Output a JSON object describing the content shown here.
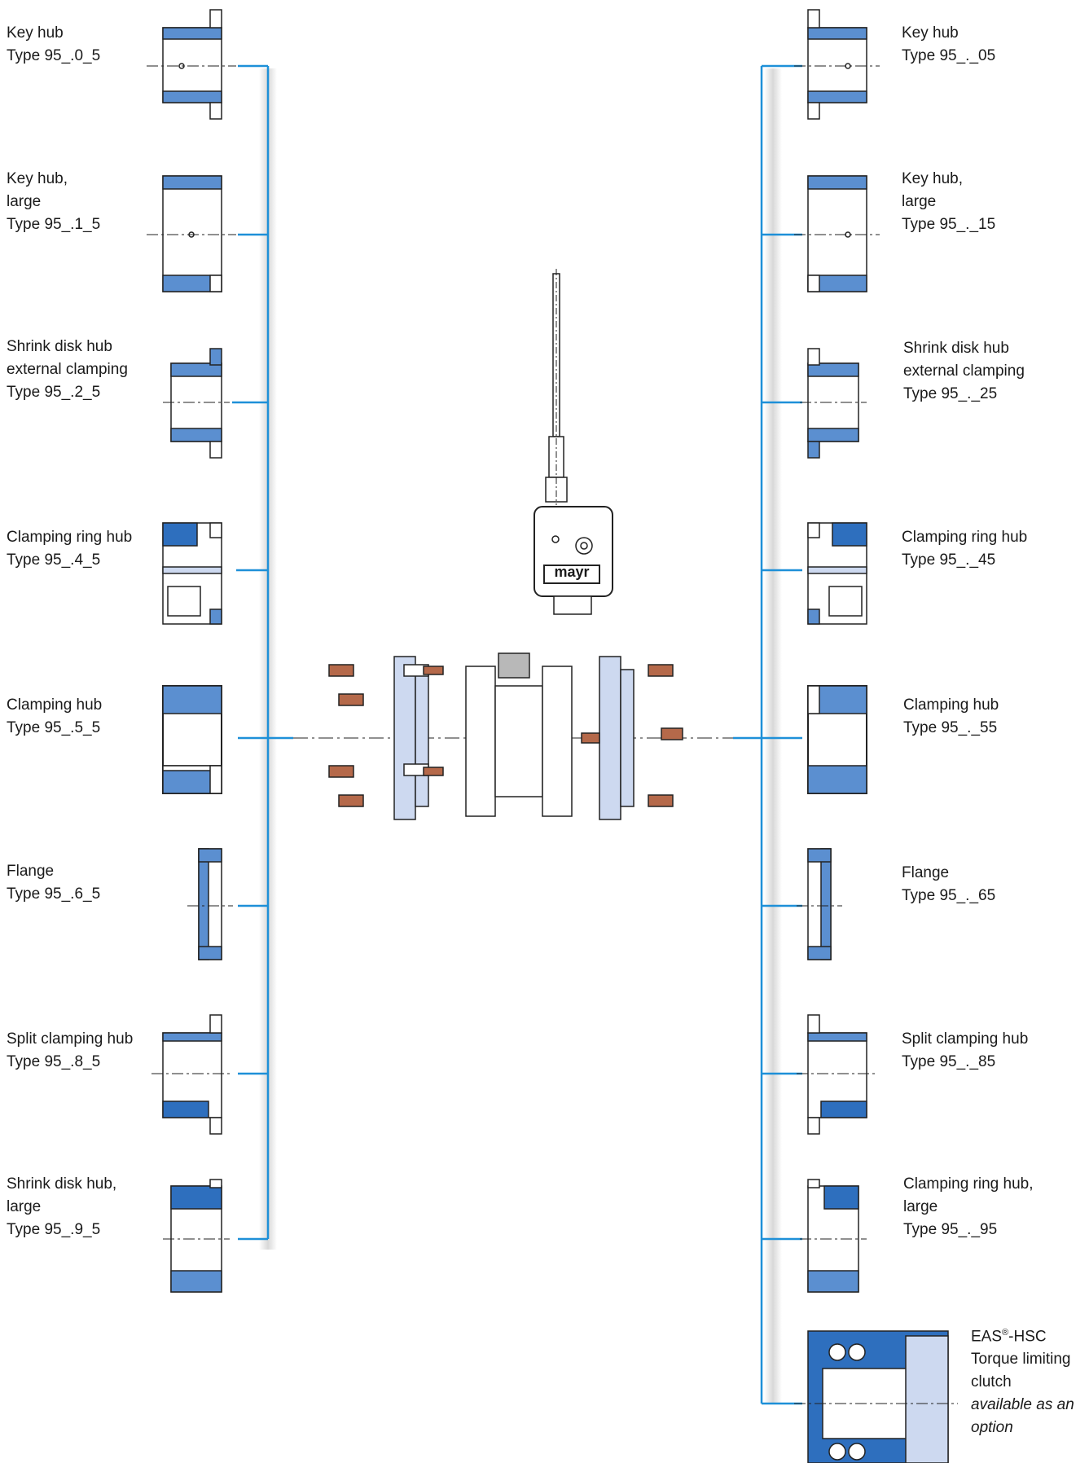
{
  "colors": {
    "connector": "#1e90d8",
    "part_blue": "#5b8fd0",
    "part_dark": "#2e5fae",
    "part_light": "#cdd9f0",
    "outline": "#222222",
    "bolt": "#b5694a",
    "module": "#ffffff"
  },
  "left": [
    {
      "name": "Key hub",
      "type": "Type 95_.0_5"
    },
    {
      "name": "Key hub,",
      "name2": "large",
      "type": "Type 95_.1_5"
    },
    {
      "name": "Shrink disk hub",
      "name2": "external clamping",
      "type": "Type 95_.2_5"
    },
    {
      "name": "Clamping ring hub",
      "type": "Type 95_.4_5"
    },
    {
      "name": "Clamping hub",
      "type": "Type 95_.5_5"
    },
    {
      "name": "Flange",
      "type": "Type 95_.6_5"
    },
    {
      "name": "Split clamping hub",
      "type": "Type 95_.8_5"
    },
    {
      "name": "Shrink disk hub,",
      "name2": "large",
      "type": "Type 95_.9_5"
    }
  ],
  "right": [
    {
      "name": "Key hub",
      "type": "Type 95_._05"
    },
    {
      "name": "Key hub,",
      "name2": "large",
      "type": "Type 95_._15"
    },
    {
      "name": "Shrink disk hub",
      "name2": "external clamping",
      "type": "Type 95_._25"
    },
    {
      "name": "Clamping ring hub",
      "type": "Type 95_._45"
    },
    {
      "name": "Clamping hub",
      "type": "Type 95_._55"
    },
    {
      "name": "Flange",
      "type": "Type 95_._65"
    },
    {
      "name": "Split clamping hub",
      "type": "Type 95_._85"
    },
    {
      "name": "Clamping ring hub,",
      "name2": "large",
      "type": "Type 95_._95"
    }
  ],
  "option": {
    "brand": "EAS",
    "reg": "®",
    "product": "-HSC",
    "line2": "Torque limiting",
    "line3": "clutch",
    "note1": "available as an",
    "note2": "option"
  },
  "module_logo": "mayr"
}
